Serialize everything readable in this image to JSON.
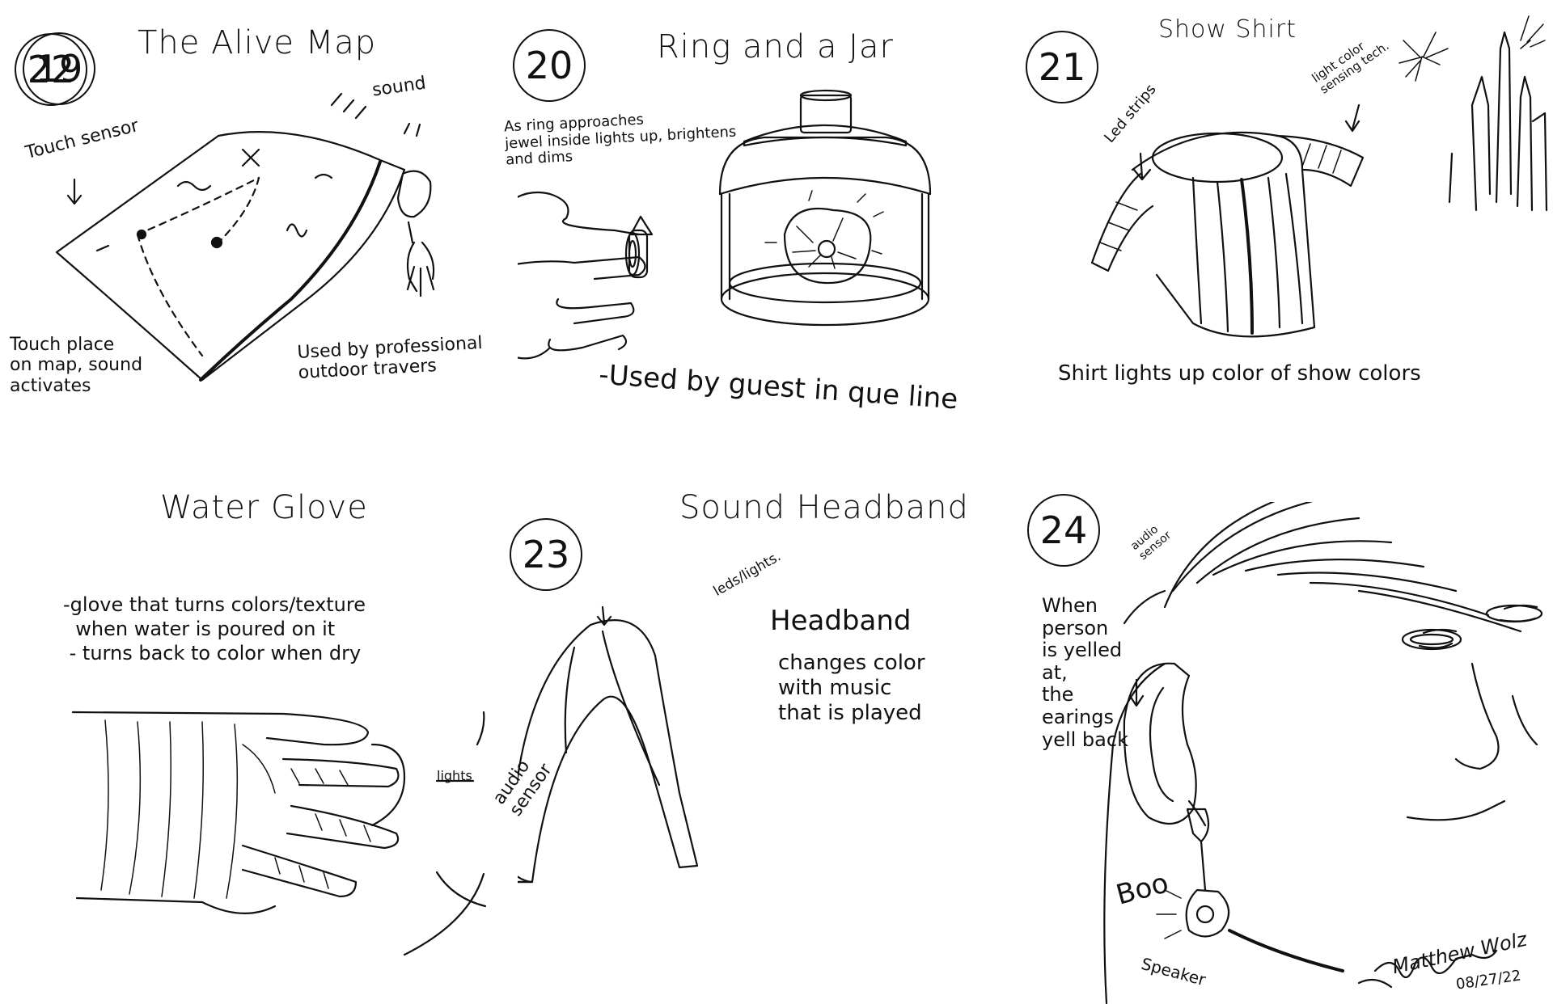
{
  "panels": [
    {
      "number": "19",
      "title": "The Alive Map",
      "labels": {
        "touch_sensor": "Touch sensor",
        "sound": "sound",
        "touch_place": "Touch place\non map, sound\nactivates",
        "used_by": "Used by professional\noutdoor travers"
      }
    },
    {
      "number": "20",
      "title": "Ring and a Jar",
      "labels": {
        "description": "As ring approaches\njewel inside lights up, brightens\nand dims",
        "used_by": "-Used by guest in que line"
      }
    },
    {
      "number": "21",
      "title": "Show Shirt",
      "labels": {
        "led_strips": "Led strips",
        "light_sensing": "light color\nsensing tech.",
        "caption": "Shirt lights up color of show colors"
      }
    },
    {
      "number": "22",
      "title": "Water Glove",
      "labels": {
        "description": "-glove that turns colors/texture\n  when water is poured on it\n - turns back to color when dry",
        "lights": "lights"
      }
    },
    {
      "number": "23",
      "title": "Sound Headband",
      "labels": {
        "leds": "leds/lights.",
        "headband": "Headband",
        "changes": "changes color\nwith music\nthat is played",
        "audio_sensor": "audio\nsensor"
      }
    },
    {
      "number": "24",
      "title": "",
      "labels": {
        "audio_sensor": "audio\nsensor",
        "when_person": "When\nperson\nis yelled\nat,\nthe\nearings\nyell back",
        "boo": "Boo",
        "speaker": "Speaker",
        "signature": "Matthew Wolz",
        "date": "08/27/22"
      }
    }
  ]
}
